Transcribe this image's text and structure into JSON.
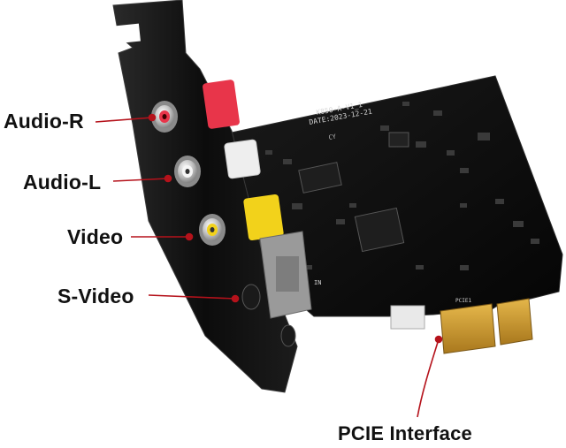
{
  "labels": {
    "audio_r": "Audio-R",
    "audio_l": "Audio-L",
    "video": "Video",
    "svideo": "S-Video",
    "pcie": "PCIE Interface"
  },
  "board": {
    "model": "K850-A-V1_1",
    "date": "DATE:2023-12-21",
    "chip_id": "CY",
    "slot_label": "PCIE1",
    "port_in_label": "IN"
  },
  "colors": {
    "leader_line": "#b5121b",
    "pcb": "#0d0d0d",
    "bracket": "#101010",
    "gold": "#c99a2e",
    "rca_red": "#e8354a",
    "rca_yellow": "#f2d21b",
    "rca_white": "#eeeeee"
  }
}
